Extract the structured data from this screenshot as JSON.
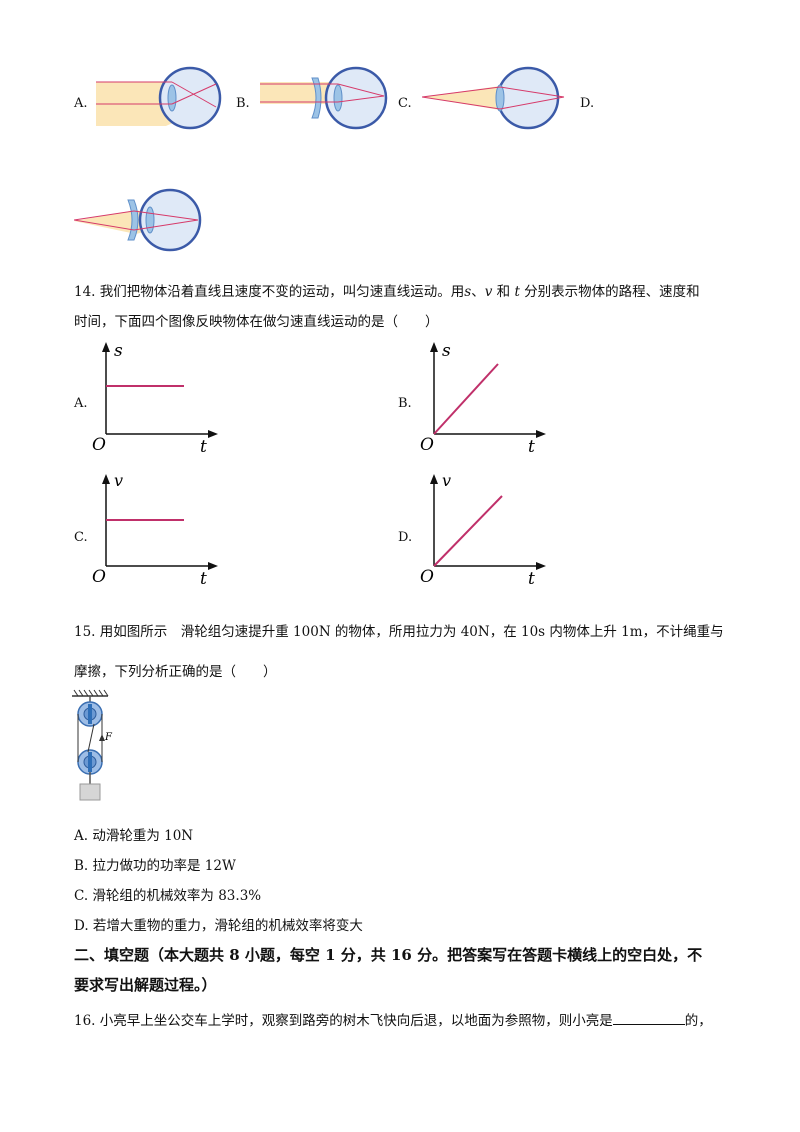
{
  "colors": {
    "text": "#111111",
    "graph_line": "#c0306a",
    "ray": "#d63a6a",
    "beam": "#fbe6b8",
    "eye_fill": "#dfe9f7",
    "eye_outline": "#3b5aa8",
    "lens": "#9cc3e6"
  },
  "q13": {
    "option_labels": [
      "A.",
      "B.",
      "C.",
      "D."
    ]
  },
  "q14": {
    "number": "14.",
    "text_line1_a": "我们把物体沿着直线且速度不变的运动，叫匀速直线运动。用",
    "var_s": "s",
    "sep1": "、",
    "var_v": "v",
    "and": " 和 ",
    "var_t": "t",
    "text_line1_b": " 分别表示物体的路程、速度和",
    "text_line2": "时间，下面四个图像反映物体在做匀速直线运动的是（　　）",
    "graphs": [
      {
        "label": "A.",
        "y_axis": "s",
        "x_axis": "t",
        "origin": "O",
        "shape": "horizontal"
      },
      {
        "label": "B.",
        "y_axis": "s",
        "x_axis": "t",
        "origin": "O",
        "shape": "rising"
      },
      {
        "label": "C.",
        "y_axis": "v",
        "x_axis": "t",
        "origin": "O",
        "shape": "horizontal"
      },
      {
        "label": "D.",
        "y_axis": "v",
        "x_axis": "t",
        "origin": "O",
        "shape": "rising"
      }
    ]
  },
  "q15": {
    "text_line1": "15. 用如图所示　滑轮组匀速提升重 100N 的物体，所用拉力为 40N，在 10s 内物体上升 1m，不计绳重与",
    "text_line2": "摩擦，下列分析正确的是（　　）",
    "force_label": "F",
    "options": [
      "A. 动滑轮重为 10N",
      "B. 拉力做功的功率是 12W",
      "C. 滑轮组的机械效率为 83.3%",
      "D. 若增大重物的重力，滑轮组的机械效率将变大"
    ]
  },
  "section2": {
    "line1": "二、填空题（本大题共 8 小题，每空 1 分，共 16 分。把答案写在答题卡横线上的空白处，不",
    "line2": "要求写出解题过程。）"
  },
  "q16": {
    "text_before": "16. 小亮早上坐公交车上学时，观察到路旁的树木飞快向后退，以地面为参照物，则小亮是",
    "text_after": "的，"
  }
}
